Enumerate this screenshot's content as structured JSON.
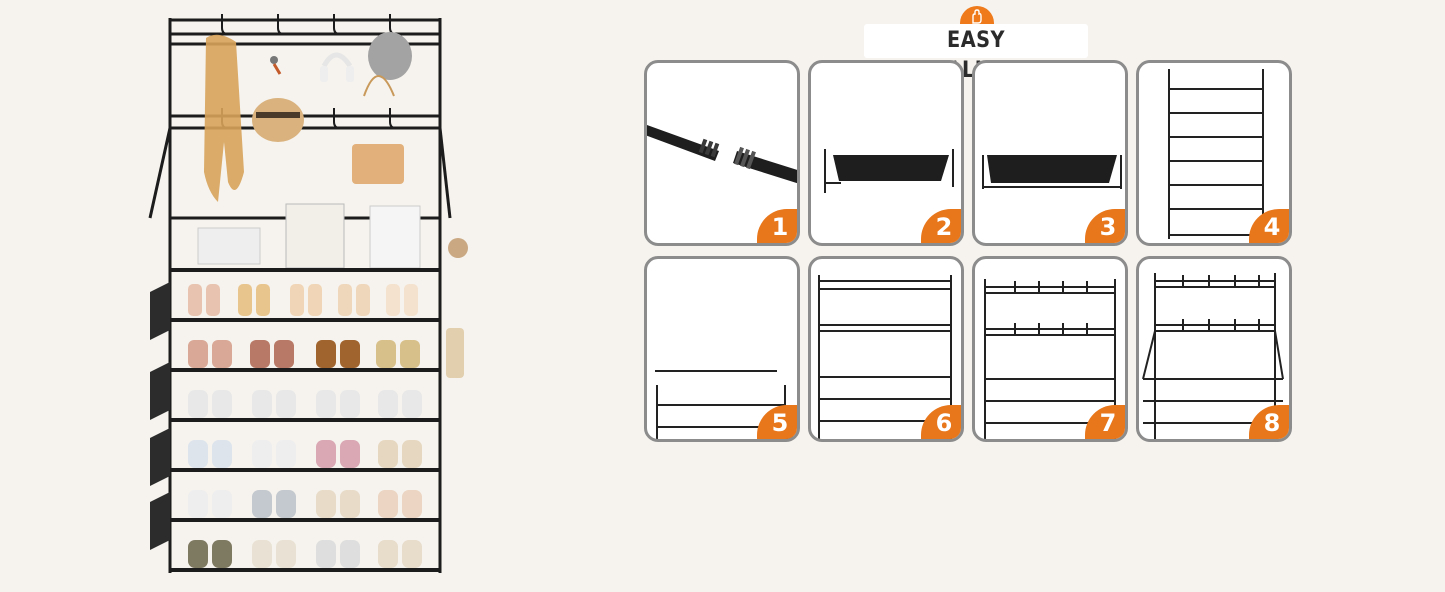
{
  "header": {
    "title": "EASY INSTALLATION",
    "icon": "hand-icon",
    "accent_color": "#e8761a"
  },
  "steps": [
    {
      "number": "1"
    },
    {
      "number": "2"
    },
    {
      "number": "3"
    },
    {
      "number": "4"
    },
    {
      "number": "5"
    },
    {
      "number": "6"
    },
    {
      "number": "7"
    },
    {
      "number": "8"
    }
  ]
}
